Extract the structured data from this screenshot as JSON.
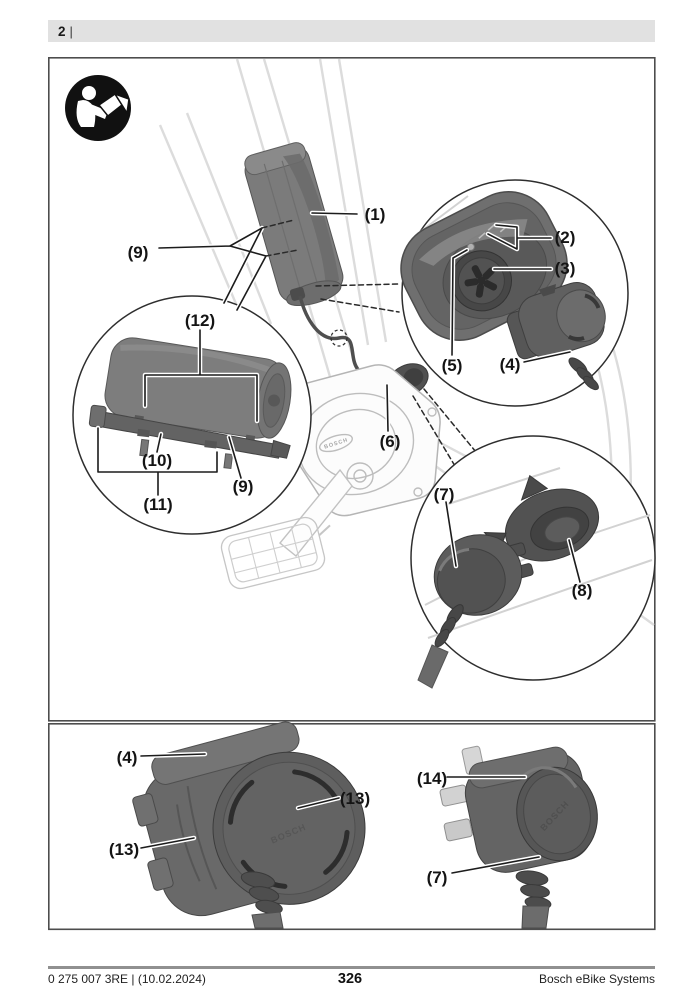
{
  "header": {
    "page_number": "2",
    "separator": "|"
  },
  "figure": {
    "icons": [
      {
        "name": "read-manual-icon"
      }
    ],
    "brand_mark": "BOSCH",
    "callouts": [
      {
        "ref": "1",
        "label": "(1)"
      },
      {
        "ref": "2",
        "label": "(2)"
      },
      {
        "ref": "3",
        "label": "(3)"
      },
      {
        "ref": "5",
        "label": "(5)"
      },
      {
        "ref": "4",
        "label": "(4)"
      },
      {
        "ref": "9",
        "label": "(9)"
      },
      {
        "ref": "12",
        "label": "(12)"
      },
      {
        "ref": "6",
        "label": "(6)"
      },
      {
        "ref": "10",
        "label": "(10)"
      },
      {
        "ref": "9b",
        "label": "(9)"
      },
      {
        "ref": "11",
        "label": "(11)"
      },
      {
        "ref": "7",
        "label": "(7)"
      },
      {
        "ref": "8",
        "label": "(8)"
      },
      {
        "ref": "4b",
        "label": "(4)"
      },
      {
        "ref": "13a",
        "label": "(13)"
      },
      {
        "ref": "13b",
        "label": "(13)"
      },
      {
        "ref": "14",
        "label": "(14)"
      },
      {
        "ref": "7b",
        "label": "(7)"
      }
    ]
  },
  "footer": {
    "doc_number": "0 275 007 3RE | (10.02.2024)",
    "page": "326",
    "brand": "Bosch eBike Systems"
  }
}
